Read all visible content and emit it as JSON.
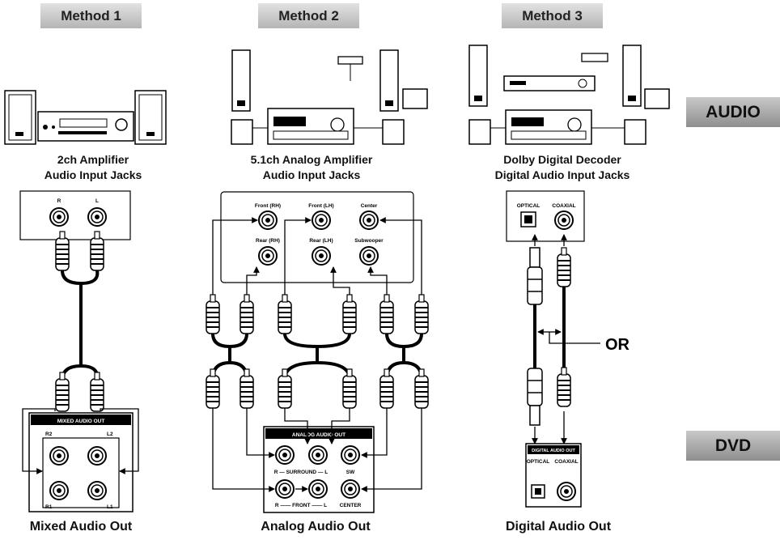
{
  "methods": [
    {
      "label": "Method 1",
      "caption_line1": "2ch Amplifier",
      "caption_line2": "Audio Input Jacks",
      "bottom": "Mixed Audio Out"
    },
    {
      "label": "Method 2",
      "caption_line1": "5.1ch Analog Amplifier",
      "caption_line2": "Audio Input Jacks",
      "bottom": "Analog Audio Out"
    },
    {
      "label": "Method 3",
      "caption_line1": "Dolby Digital Decoder",
      "caption_line2": "Digital Audio Input Jacks",
      "bottom": "Digital Audio Out"
    }
  ],
  "side": {
    "audio": "AUDIO",
    "dvd": "DVD"
  },
  "or_label": "OR",
  "method1": {
    "jack_r": "R",
    "jack_l": "L",
    "panel_title": "MIXED AUDIO OUT",
    "r2": "R2",
    "l2": "L2",
    "r1": "R1",
    "l1": "L1"
  },
  "method2": {
    "front_rh": "Front (RH)",
    "front_lh": "Front (LH)",
    "center": "Center",
    "rear_rh": "Rear (RH)",
    "rear_lh": "Rear (LH)",
    "subwoofer": "Subwooper",
    "panel_title": "ANALOG AUDIO OUT",
    "surround": "R — SURROUND — L",
    "sw": "SW",
    "front": "R —— FRONT —— L",
    "center_out": "CENTER"
  },
  "method3": {
    "optical": "OPTICAL",
    "coaxial": "COAXIAL",
    "panel_title": "DIGITAL AUDIO OUT",
    "optical_out": "OPTICAL",
    "coaxial_out": "COAXIAL"
  }
}
